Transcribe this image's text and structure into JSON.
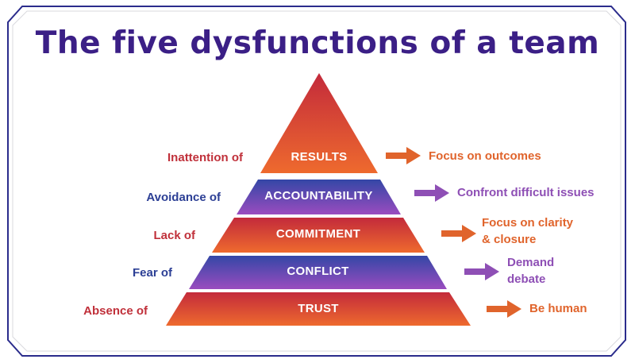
{
  "title": "The five dysfunctions of a team",
  "colors": {
    "frame": "#2b2c8c",
    "title": "#3b1f86",
    "red_text": "#c0303a",
    "blue_text": "#2c3f95",
    "orange_text": "#e0642c",
    "purple_text": "#8e4fb5",
    "orange_arrow": "#e0642c",
    "purple_arrow": "#8e4fb5"
  },
  "tiers": [
    {
      "name": "RESULTS",
      "dysfunction": "Inattention of",
      "remedy_lines": [
        "Focus on outcomes"
      ]
    },
    {
      "name": "ACCOUNTABILITY",
      "dysfunction": "Avoidance of",
      "remedy_lines": [
        "Confront difficult issues"
      ]
    },
    {
      "name": "COMMITMENT",
      "dysfunction": "Lack of",
      "remedy_lines": [
        "Focus on clarity",
        "& closure"
      ]
    },
    {
      "name": "CONFLICT",
      "dysfunction": "Fear of",
      "remedy_lines": [
        "Demand",
        "debate"
      ]
    },
    {
      "name": "TRUST",
      "dysfunction": "Absence of",
      "remedy_lines": [
        "Be human"
      ]
    }
  ]
}
